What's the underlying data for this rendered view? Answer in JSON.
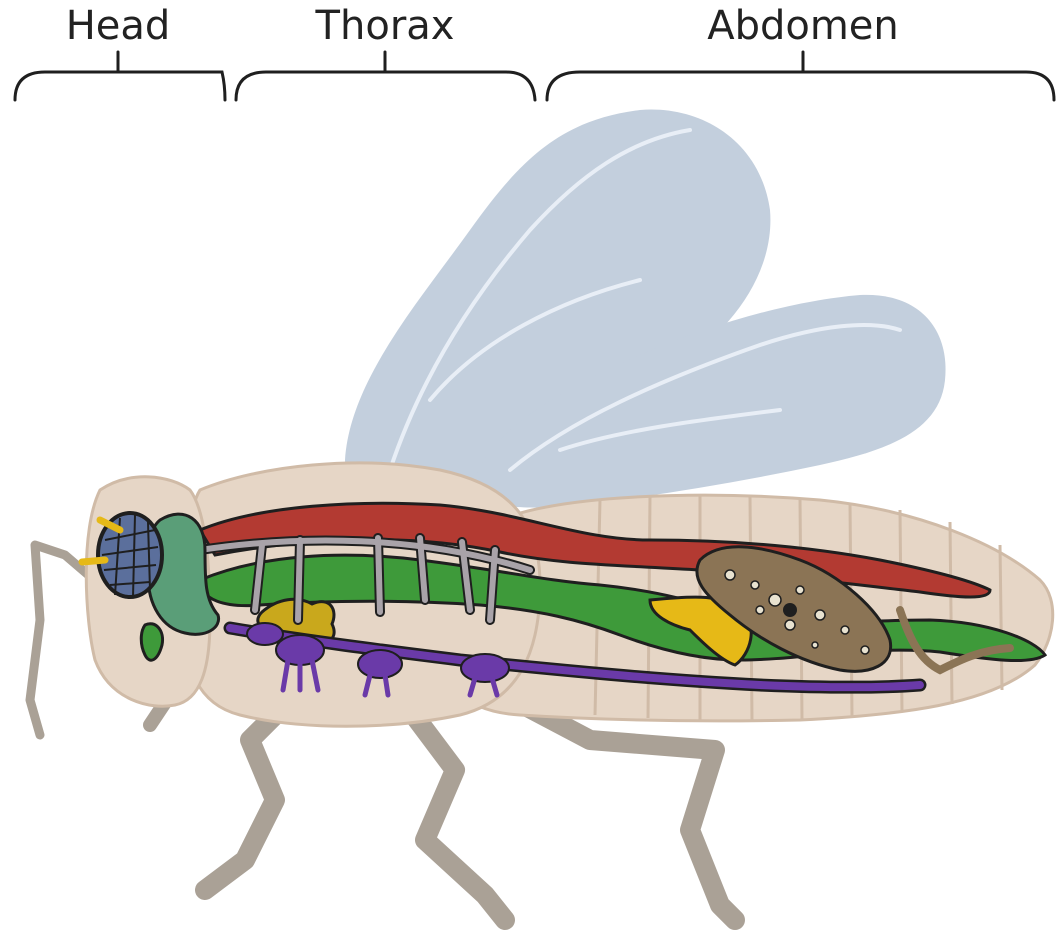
{
  "regions": {
    "head": {
      "label": "Head"
    },
    "thorax": {
      "label": "Thorax"
    },
    "abdomen": {
      "label": "Abdomen"
    }
  },
  "colors": {
    "background": "#ffffff",
    "body": "#e6d6c6",
    "body_outline": "#d0bba7",
    "wing": "#c3cfdd",
    "wing_vein": "#e8eef6",
    "leg": "#aaa196",
    "eye": "#5b6f9c",
    "gut_green": "#3e9a3a",
    "dorsal_vessel_red": "#b33a32",
    "tracheae_grey": "#a9a3a9",
    "nerve_cord_purple": "#6a3aa8",
    "salivary_yellow": "#c9a81c",
    "gland_yellow": "#e6b917",
    "fat_body_brown": "#8b7455",
    "outline": "#1f1f1f"
  }
}
